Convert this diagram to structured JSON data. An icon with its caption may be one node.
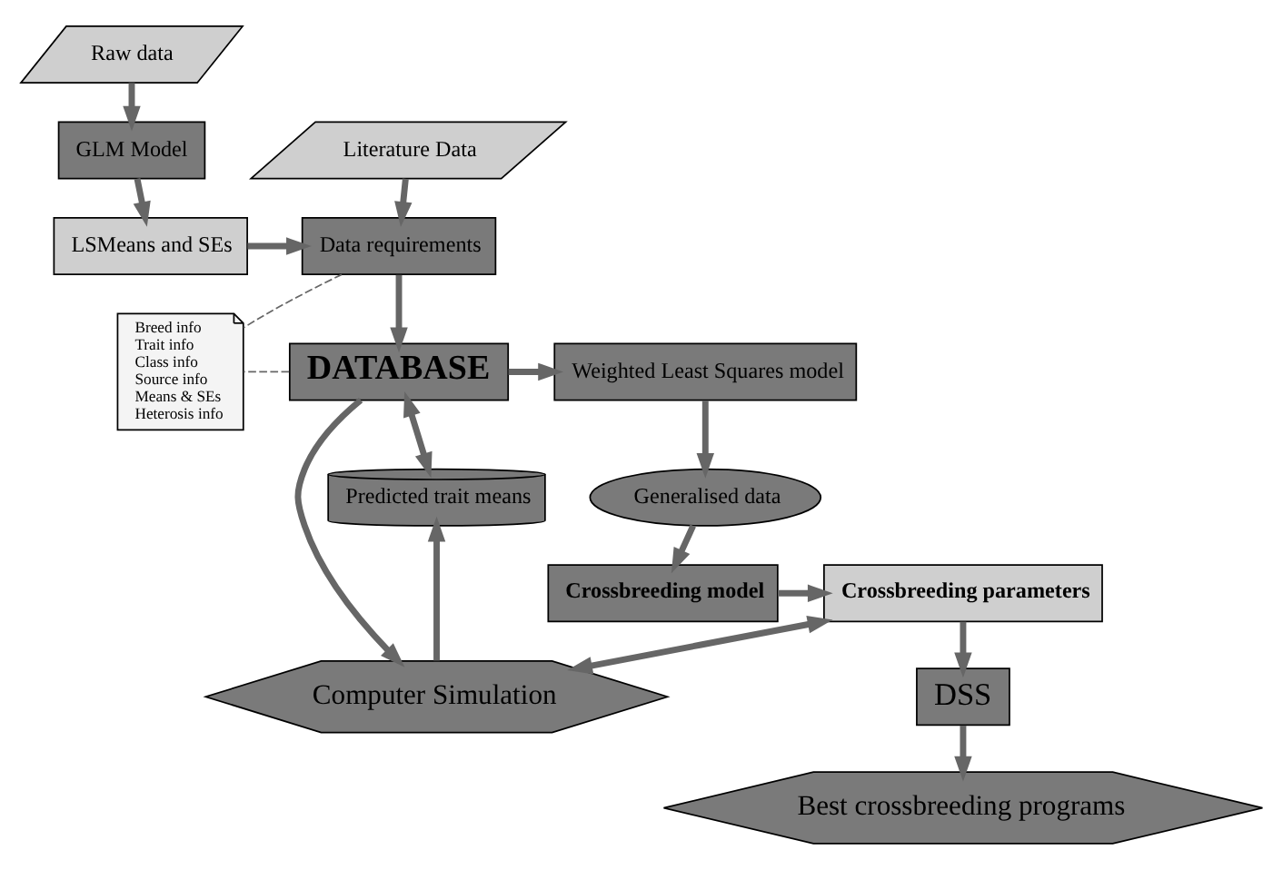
{
  "diagram": {
    "nodes": [
      {
        "text": [
          "Raw data"
        ]
      },
      {
        "text": [
          "GLM Model"
        ]
      },
      {
        "text": [
          "Literature Data"
        ]
      },
      {
        "text": [
          "LSMeans and SEs"
        ]
      },
      {
        "text": [
          "Data requirements"
        ]
      },
      {
        "text": [
          "Breed info",
          "Trait info",
          "Class info",
          "Source info",
          "Means & SEs",
          "Heterosis info"
        ]
      },
      {
        "text": [
          "Weighted Least Squares model"
        ]
      },
      {
        "text": [
          "DATABASE"
        ]
      },
      {
        "text": [
          "Predicted trait means"
        ]
      },
      {
        "text": [
          "Generalised data"
        ]
      },
      {
        "text": [
          "Crossbreeding parameters"
        ]
      },
      {
        "text": [
          "Crossbreeding model"
        ]
      },
      {
        "text": [
          "DSS"
        ]
      },
      {
        "text": [
          "Computer Simulation"
        ]
      },
      {
        "text": [
          "Best crossbreeding programs"
        ]
      }
    ],
    "edges": [
      {
        "from": 0,
        "to": 1,
        "arrow": "to"
      },
      {
        "from": 1,
        "to": 3,
        "arrow": "to"
      },
      {
        "from": 3,
        "to": 4,
        "arrow": "to"
      },
      {
        "from": 2,
        "to": 4,
        "arrow": "to"
      },
      {
        "from": 4,
        "to": 5,
        "arrow": "none",
        "style": "dashed"
      },
      {
        "from": 4,
        "to": 7,
        "arrow": "to"
      },
      {
        "from": 7,
        "to": 5,
        "arrow": "none",
        "style": "dashed"
      },
      {
        "from": 7,
        "to": 6,
        "arrow": "to"
      },
      {
        "from": 7,
        "to": 8,
        "arrow": "both"
      },
      {
        "from": 6,
        "to": 9,
        "arrow": "to"
      },
      {
        "from": 9,
        "to": 11,
        "arrow": "to"
      },
      {
        "from": 11,
        "to": 10,
        "arrow": "to"
      },
      {
        "from": 10,
        "to": 12,
        "arrow": "to"
      },
      {
        "from": 10,
        "to": 13,
        "arrow": "both"
      },
      {
        "from": 7,
        "to": 13,
        "arrow": "to"
      },
      {
        "from": 13,
        "to": 8,
        "arrow": "to"
      },
      {
        "from": 12,
        "to": 14,
        "arrow": "to"
      }
    ]
  }
}
